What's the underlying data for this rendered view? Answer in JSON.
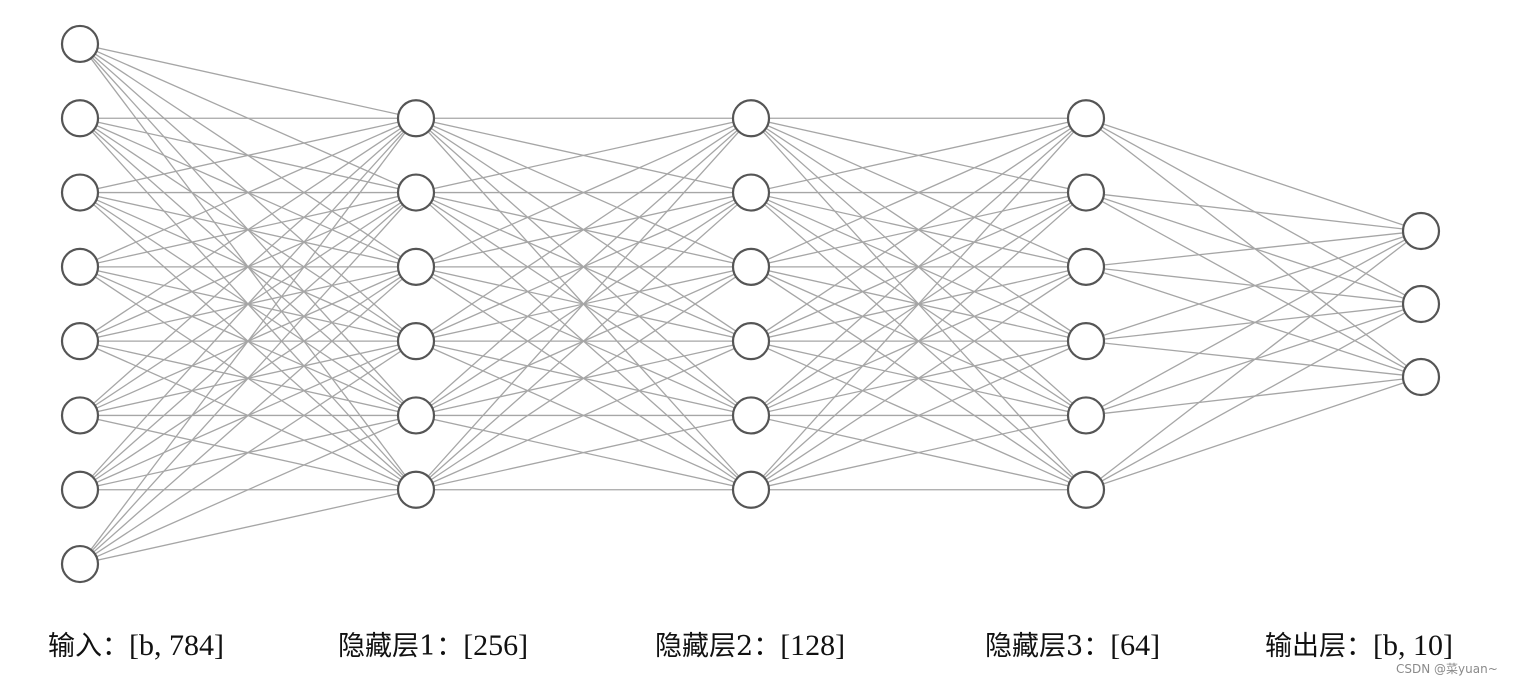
{
  "layers": [
    {
      "name": "输入",
      "sep": "：",
      "dims": "[b, 784]",
      "nodes": 8
    },
    {
      "name": "隐藏层1",
      "sep": "：",
      "dims": "[256]",
      "nodes": 6
    },
    {
      "name": "隐藏层2",
      "sep": "：",
      "dims": "[128]",
      "nodes": 6
    },
    {
      "name": "隐藏层3",
      "sep": "：",
      "dims": "[64]",
      "nodes": 6
    },
    {
      "name": "输出层",
      "sep": "：",
      "dims": "[b, 10]",
      "nodes": 3
    }
  ],
  "connections": "fully-connected between consecutive layers",
  "colors": {
    "edge": "#a6a6a6",
    "node_stroke": "#555555",
    "node_fill": "#ffffff"
  },
  "watermark": "CSDN @菜yuan~"
}
